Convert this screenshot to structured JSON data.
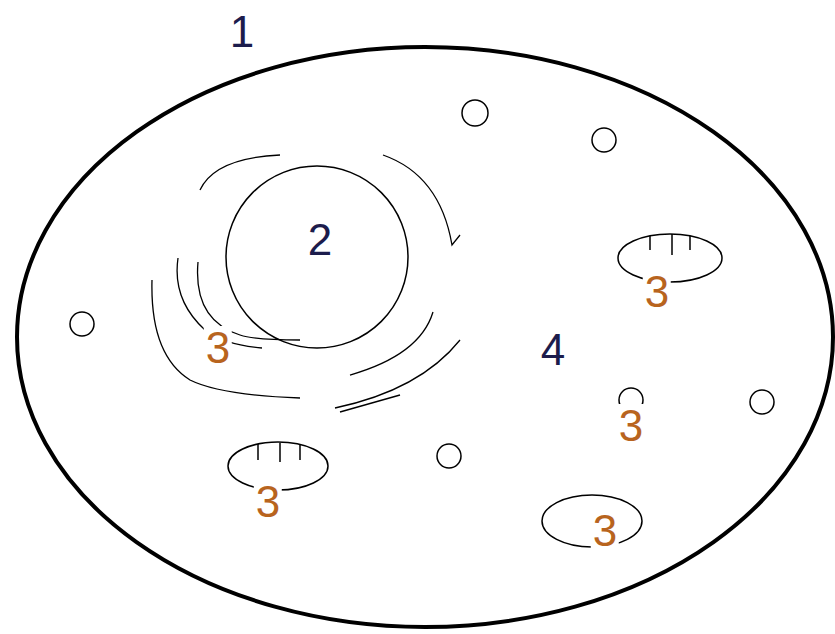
{
  "diagram": {
    "labels": [
      "1",
      "2",
      "3",
      "3",
      "3",
      "3",
      "3",
      "4"
    ]
  }
}
